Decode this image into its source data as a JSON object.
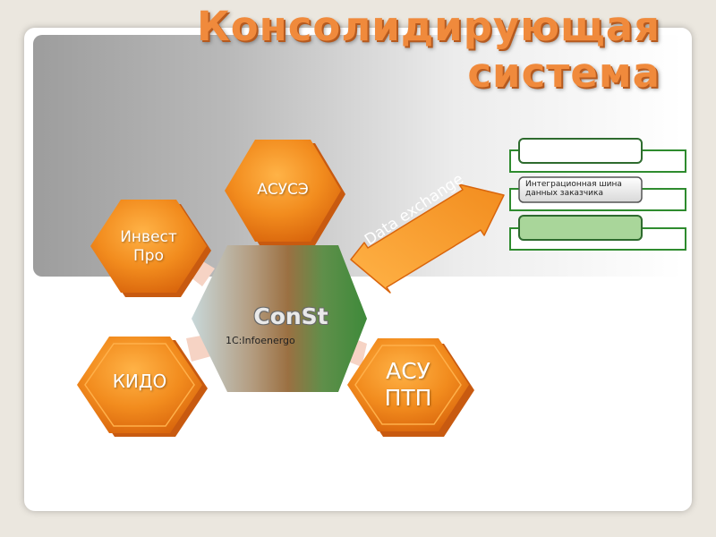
{
  "slide": {
    "title_lines": [
      "Консолидирующая",
      "система"
    ]
  },
  "center": {
    "title": "ConSt",
    "subtitle": "1C:Infoenergo"
  },
  "hexes": {
    "asuse": {
      "label": "АСУСЭ"
    },
    "invest": {
      "label_lines": [
        "Инвест",
        "Про"
      ]
    },
    "kido": {
      "label": "КИДО"
    },
    "asu_ptp": {
      "label_lines": [
        "АСУ",
        "ПТП"
      ]
    }
  },
  "arrow": {
    "label": "Data exchange"
  },
  "bus": {
    "label": "Интеграционная шина данных заказчика"
  },
  "colors": {
    "orange": "#f28c1e",
    "orange_dark": "#d9650c",
    "title_orange": "#f08a3c",
    "green_frame": "#2e8b2e",
    "light_green": "#a9d69a"
  }
}
